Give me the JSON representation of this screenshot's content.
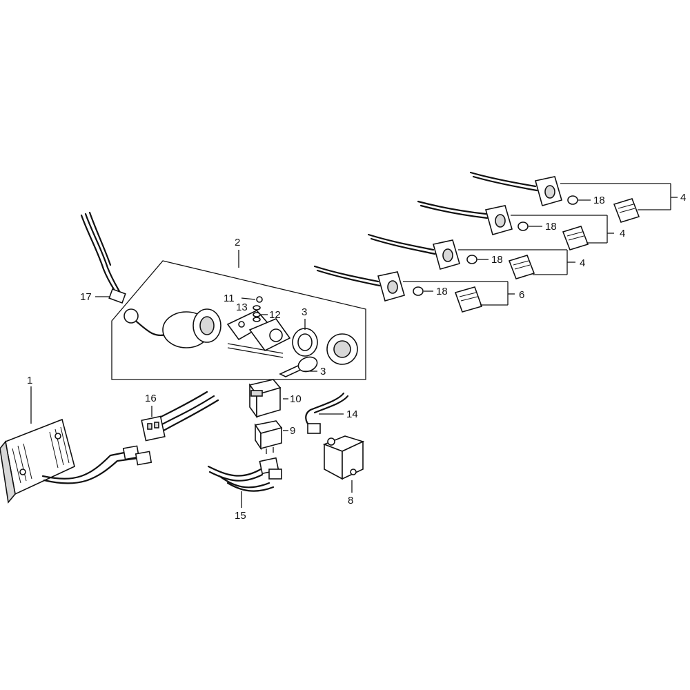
{
  "callouts": {
    "c1": "1",
    "c2": "2",
    "c3a": "3",
    "c3b": "3",
    "c4a": "4",
    "c4b": "4",
    "c4c": "4",
    "c6": "6",
    "c8": "8",
    "c9": "9",
    "c10": "10",
    "c11": "11",
    "c12": "12",
    "c13": "13",
    "c14": "14",
    "c15": "15",
    "c16": "16",
    "c17": "17",
    "c18a": "18",
    "c18b": "18",
    "c18c": "18",
    "c18d": "18"
  }
}
